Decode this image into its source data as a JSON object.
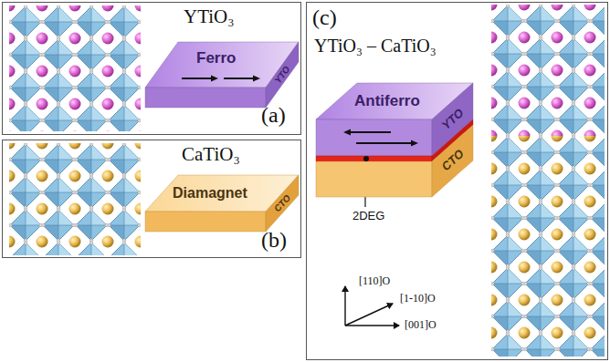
{
  "diagram": {
    "nodes": [
      {
        "text": [
          "YTiO₃",
          "(a)"
        ]
      },
      {
        "text": [
          "Ferro",
          "YTO"
        ],
        "in": 0
      },
      {
        "text": [
          "CaTiO₃",
          "(b)"
        ]
      },
      {
        "text": [
          "Diamagnet",
          "CTO"
        ],
        "in": 2
      },
      {
        "text": [
          "(c)",
          "YTiO₃ – CaTiO₃"
        ]
      },
      {
        "text": [
          "Antiferro",
          "YTO"
        ],
        "in": 4
      },
      {
        "text": [
          "CTO"
        ],
        "in": 4
      }
    ],
    "labels": [
      "2DEG",
      "[110]O",
      "[1-10]O",
      "[001]O"
    ]
  }
}
